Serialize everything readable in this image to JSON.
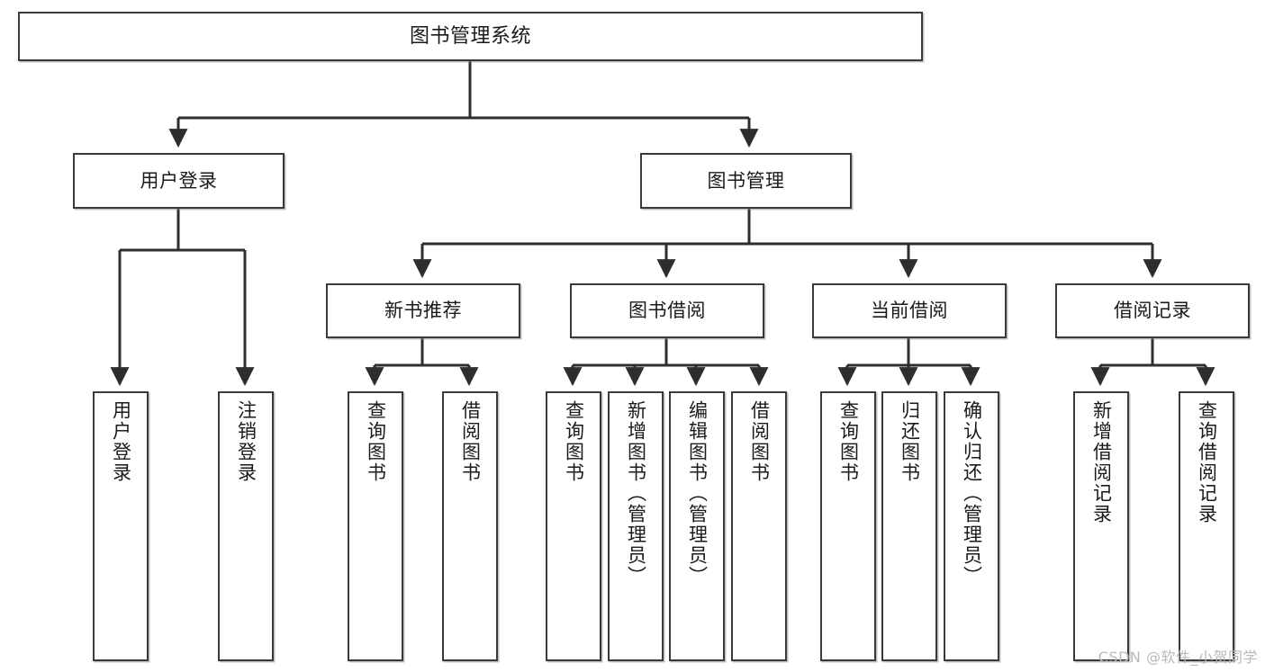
{
  "diagram": {
    "title": "图书管理系统",
    "type": "tree-hierarchy-diagram",
    "colors": {
      "box_border": "#3a3a3a",
      "box_fill": "#ffffff",
      "edge": "#2e2e2e",
      "text": "#1a1a1a",
      "watermark": "#b9b9b9"
    },
    "nodes": {
      "root": {
        "label": "图书管理系统"
      },
      "level2": [
        {
          "id": "user-login",
          "label": "用户登录"
        },
        {
          "id": "book-manage",
          "label": "图书管理"
        }
      ],
      "level3": [
        {
          "id": "new-book-recommend",
          "label": "新书推荐"
        },
        {
          "id": "book-borrow",
          "label": "图书借阅"
        },
        {
          "id": "current-borrow",
          "label": "当前借阅"
        },
        {
          "id": "borrow-record",
          "label": "借阅记录"
        }
      ],
      "leaves": {
        "user_login": [
          {
            "id": "leaf-user-login",
            "label": "用户登录"
          },
          {
            "id": "leaf-logout-login",
            "label": "注销登录"
          }
        ],
        "new_book_recommend": [
          {
            "id": "leaf-query-book-1",
            "label": "查询图书"
          },
          {
            "id": "leaf-borrow-book-1",
            "label": "借阅图书"
          }
        ],
        "book_borrow": [
          {
            "id": "leaf-query-book-2",
            "label": "查询图书"
          },
          {
            "id": "leaf-add-book-admin",
            "label": "新增图书（管理员）"
          },
          {
            "id": "leaf-edit-book-admin",
            "label": "编辑图书（管理员）"
          },
          {
            "id": "leaf-borrow-book-2",
            "label": "借阅图书"
          }
        ],
        "current_borrow": [
          {
            "id": "leaf-query-book-3",
            "label": "查询图书"
          },
          {
            "id": "leaf-return-book",
            "label": "归还图书"
          },
          {
            "id": "leaf-confirm-return-admin",
            "label": "确认归还（管理员）"
          }
        ],
        "borrow_record": [
          {
            "id": "leaf-add-borrow-record",
            "label": "新增借阅记录"
          },
          {
            "id": "leaf-query-borrow-record",
            "label": "查询借阅记录"
          }
        ]
      }
    },
    "watermark": "CSDN @软件_小贺同学"
  }
}
